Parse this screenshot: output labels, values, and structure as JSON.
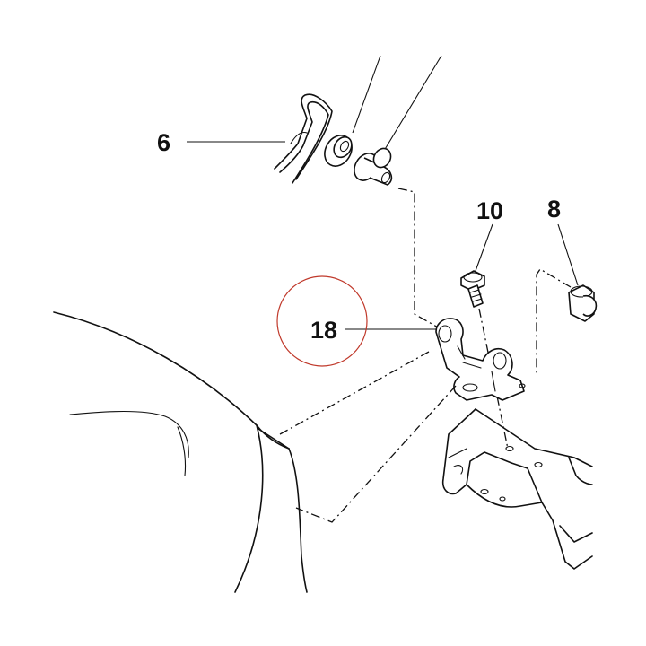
{
  "callouts": {
    "c6": "6",
    "c10": "10",
    "c8": "8",
    "c18": "18"
  },
  "colors": {
    "line": "#111111",
    "highlight_circle": "#c0392b",
    "background": "#ffffff"
  }
}
